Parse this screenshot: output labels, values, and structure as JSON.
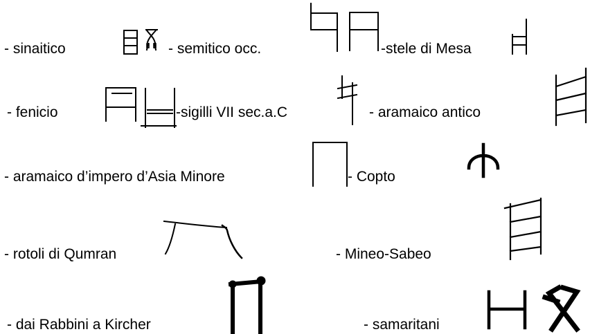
{
  "labels": {
    "sinaitico": "- sinaitico",
    "semitico_occ": "- semitico occ.",
    "stele_mesa": "-stele di Mesa",
    "fenicio": "- fenicio",
    "sigilli": "-sigilli VII sec.a.C",
    "aramaico_antico": "- aramaico antico",
    "aramaico_impero": "- aramaico d’impero d’Asia Minore",
    "copto": "- Copto",
    "rotoli_qumran": "- rotoli di Qumran",
    "mineo_sabeo": "- Mineo-Sabeo",
    "rabbini_kircher": "- dai Rabbini a Kircher",
    "samaritani": "- samaritani"
  },
  "glyph_icons": {
    "sinaitico_1": "sinaitico-heth-glyph-icon",
    "sinaitico_2": "sinaitico-twisted-glyph-icon",
    "semitico_occ_1": "semitico-occ-heth-glyph-icon",
    "semitico_occ_2": "semitico-occ-heth-glyph-2-icon",
    "stele_mesa": "stele-mesa-heth-glyph-icon",
    "fenicio": "fenicio-heth-glyph-icon",
    "sigilli": "sigilli-heth-glyph-icon",
    "aramaico_antico_1": "aramaico-antico-heth-glyph-icon",
    "aramaico_antico_2": "aramaico-antico-ladder-glyph-icon",
    "aramaico_impero": "aramaico-impero-heth-glyph-icon",
    "copto": "copto-glyph-icon",
    "rotoli_qumran": "qumran-heth-glyph-icon",
    "mineo_sabeo": "mineo-sabeo-ladder-glyph-icon",
    "rabbini_kircher": "rabbini-heth-glyph-icon",
    "samaritani_1": "samaritani-box-glyph-icon",
    "samaritani_2": "samaritani-cross-glyph-icon"
  },
  "colors": {
    "ink": "#000000",
    "background": "#ffffff"
  }
}
